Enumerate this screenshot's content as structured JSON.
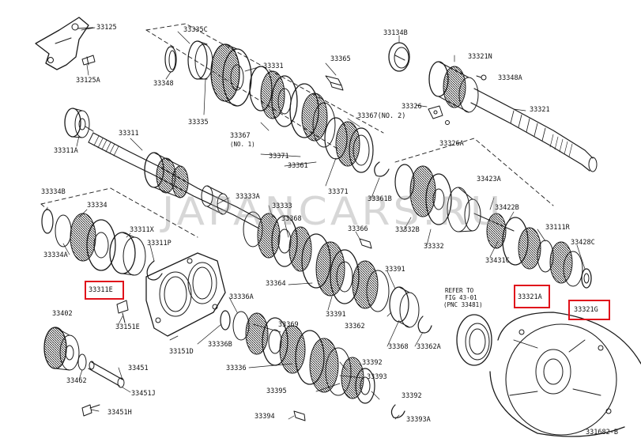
{
  "diagram": {
    "labels": [
      {
        "key": "33125",
        "text": "33125"
      },
      {
        "key": "33125A",
        "text": "33125A"
      },
      {
        "key": "33335C",
        "text": "33335C"
      },
      {
        "key": "33348",
        "text": "33348"
      },
      {
        "key": "33331",
        "text": "33331"
      },
      {
        "key": "33335",
        "text": "33335"
      },
      {
        "key": "33365",
        "text": "33365"
      },
      {
        "key": "33134B",
        "text": "33134B"
      },
      {
        "key": "33321N",
        "text": "33321N"
      },
      {
        "key": "33348A",
        "text": "33348A"
      },
      {
        "key": "33326",
        "text": "33326"
      },
      {
        "key": "33321",
        "text": "33321"
      },
      {
        "key": "33311A",
        "text": "33311A"
      },
      {
        "key": "33311",
        "text": "33311"
      },
      {
        "key": "33367no2",
        "text": "33367(NO. 2)"
      },
      {
        "key": "33367",
        "text": "33367"
      },
      {
        "key": "no1",
        "text": "(NO. 1)"
      },
      {
        "key": "33326A",
        "text": "33326A"
      },
      {
        "key": "33371a",
        "text": "33371"
      },
      {
        "key": "33361",
        "text": "33361"
      },
      {
        "key": "33371b",
        "text": "33371"
      },
      {
        "key": "33361B",
        "text": "33361B"
      },
      {
        "key": "33423A",
        "text": "33423A"
      },
      {
        "key": "33334B",
        "text": "33334B"
      },
      {
        "key": "33334",
        "text": "33334"
      },
      {
        "key": "33333A",
        "text": "33333A"
      },
      {
        "key": "33333",
        "text": "33333"
      },
      {
        "key": "33422B",
        "text": "33422B"
      },
      {
        "key": "33368",
        "text": "33368"
      },
      {
        "key": "33311X",
        "text": "33311X"
      },
      {
        "key": "33366",
        "text": "33366"
      },
      {
        "key": "33332B",
        "text": "33332B"
      },
      {
        "key": "33111R",
        "text": "33111R"
      },
      {
        "key": "33334A",
        "text": "33334A"
      },
      {
        "key": "33311P",
        "text": "33311P"
      },
      {
        "key": "33332",
        "text": "33332"
      },
      {
        "key": "33428C",
        "text": "33428C"
      },
      {
        "key": "33431C",
        "text": "33431C"
      },
      {
        "key": "33391a",
        "text": "33391"
      },
      {
        "key": "33311E",
        "text": "33311E"
      },
      {
        "key": "33364",
        "text": "33364"
      },
      {
        "key": "refer1",
        "text": "REFER TO"
      },
      {
        "key": "refer2",
        "text": "FIG 43-01"
      },
      {
        "key": "refer3",
        "text": "(PNC 33481)"
      },
      {
        "key": "33321A",
        "text": "33321A"
      },
      {
        "key": "33336A",
        "text": "33336A"
      },
      {
        "key": "33321G",
        "text": "33321G"
      },
      {
        "key": "33391b",
        "text": "33391"
      },
      {
        "key": "33402",
        "text": "33402"
      },
      {
        "key": "33362",
        "text": "33362"
      },
      {
        "key": "33151E",
        "text": "33151E"
      },
      {
        "key": "33369",
        "text": "33369"
      },
      {
        "key": "33336B",
        "text": "33336B"
      },
      {
        "key": "33151D",
        "text": "33151D"
      },
      {
        "key": "33368b",
        "text": "33368"
      },
      {
        "key": "33362A",
        "text": "33362A"
      },
      {
        "key": "33392a",
        "text": "33392"
      },
      {
        "key": "33451",
        "text": "33451"
      },
      {
        "key": "33336",
        "text": "33336"
      },
      {
        "key": "33393",
        "text": "33393"
      },
      {
        "key": "33462",
        "text": "33462"
      },
      {
        "key": "33395",
        "text": "33395"
      },
      {
        "key": "33451J",
        "text": "33451J"
      },
      {
        "key": "33392b",
        "text": "33392"
      },
      {
        "key": "33451H",
        "text": "33451H"
      },
      {
        "key": "33394",
        "text": "33394"
      },
      {
        "key": "33393A",
        "text": "33393A"
      },
      {
        "key": "ref",
        "text": "331682-B"
      }
    ],
    "highlighted": [
      "33311E",
      "33321A",
      "33321G"
    ],
    "highlight_color": "#e0121b",
    "watermark": "JAPANCARS.RU"
  }
}
